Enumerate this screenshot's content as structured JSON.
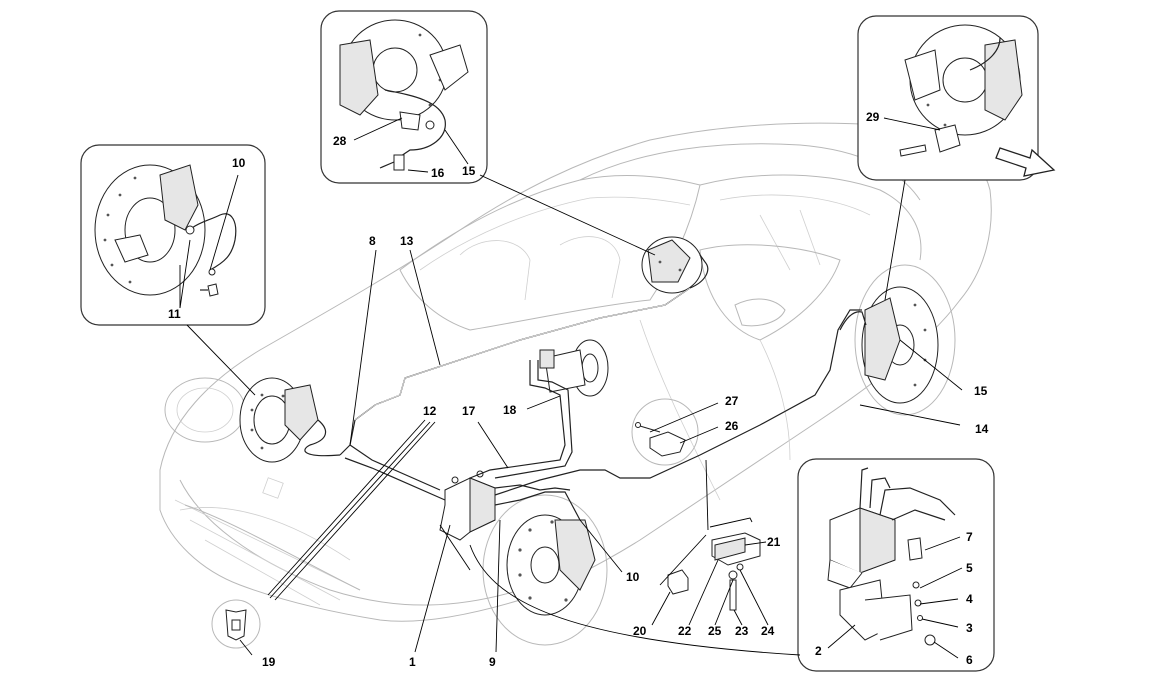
{
  "diagram": {
    "callouts": {
      "n1": "1",
      "n2": "2",
      "n3": "3",
      "n4": "4",
      "n5": "5",
      "n6": "6",
      "n7": "7",
      "n8": "8",
      "n9": "9",
      "n10a": "10",
      "n10b": "10",
      "n11": "11",
      "n12": "12",
      "n13": "13",
      "n14": "14",
      "n15a": "15",
      "n15b": "15",
      "n16": "16",
      "n17": "17",
      "n18": "18",
      "n19": "19",
      "n20": "20",
      "n21": "21",
      "n22": "22",
      "n23": "23",
      "n24": "24",
      "n25": "25",
      "n26": "26",
      "n27": "27",
      "n28": "28",
      "n29": "29"
    },
    "colors": {
      "line_art": "#222222",
      "car_outline": "#b8b8b8",
      "background": "#ffffff"
    },
    "icons": [
      "direction-arrow-icon"
    ]
  }
}
